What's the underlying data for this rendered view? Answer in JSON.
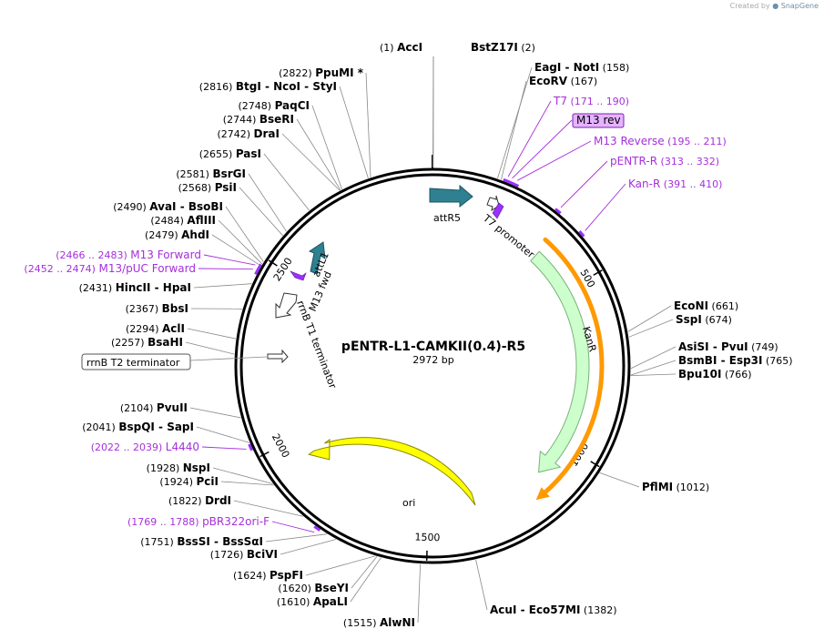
{
  "credit": {
    "prefix": "Created by",
    "brand": "SnapGene"
  },
  "plasmid": {
    "name": "pENTR-L1-CAMKII(0.4)-R5",
    "size_label": "2972 bp",
    "length": 2972
  },
  "ticks": [
    {
      "pos": 500,
      "label": "500"
    },
    {
      "pos": 1000,
      "label": "1000"
    },
    {
      "pos": 1500,
      "label": "1500"
    },
    {
      "pos": 2000,
      "label": "2000"
    },
    {
      "pos": 2500,
      "label": "2500"
    }
  ],
  "enzymes": [
    {
      "pos": "(1)",
      "names": [
        "AccI"
      ]
    },
    {
      "pos": "(2)",
      "names": [
        "BstZ17I"
      ]
    },
    {
      "pos": "(158)",
      "names": [
        "EagI",
        "NotI"
      ]
    },
    {
      "pos": "(167)",
      "names": [
        "EcoRV"
      ]
    },
    {
      "pos": "(661)",
      "names": [
        "EcoNI"
      ]
    },
    {
      "pos": "(674)",
      "names": [
        "SspI"
      ]
    },
    {
      "pos": "(749)",
      "names": [
        "AsiSI",
        "PvuI"
      ]
    },
    {
      "pos": "(765)",
      "names": [
        "BsmBI",
        "Esp3I"
      ]
    },
    {
      "pos": "(766)",
      "names": [
        "Bpu10I"
      ]
    },
    {
      "pos": "(1012)",
      "names": [
        "PflMI"
      ]
    },
    {
      "pos": "(1382)",
      "names": [
        "AcuI",
        "Eco57MI"
      ]
    },
    {
      "pos": "(1515)",
      "names": [
        "AlwNI"
      ]
    },
    {
      "pos": "(1610)",
      "names": [
        "ApaLI"
      ]
    },
    {
      "pos": "(1620)",
      "names": [
        "BseYI"
      ]
    },
    {
      "pos": "(1624)",
      "names": [
        "PspFI"
      ]
    },
    {
      "pos": "(1726)",
      "names": [
        "BciVI"
      ]
    },
    {
      "pos": "(1751)",
      "names": [
        "BssSI",
        "BssSαI"
      ]
    },
    {
      "pos": "(1822)",
      "names": [
        "DrdI"
      ]
    },
    {
      "pos": "(1924)",
      "names": [
        "PciI"
      ]
    },
    {
      "pos": "(1928)",
      "names": [
        "NspI"
      ]
    },
    {
      "pos": "(2041)",
      "names": [
        "BspQI",
        "SapI"
      ]
    },
    {
      "pos": "(2104)",
      "names": [
        "PvuII"
      ]
    },
    {
      "pos": "(2257)",
      "names": [
        "BsaHI"
      ]
    },
    {
      "pos": "(2294)",
      "names": [
        "AclI"
      ]
    },
    {
      "pos": "(2367)",
      "names": [
        "BbsI"
      ]
    },
    {
      "pos": "(2431)",
      "names": [
        "HincII",
        "HpaI"
      ]
    },
    {
      "pos": "(2479)",
      "names": [
        "AhdI"
      ]
    },
    {
      "pos": "(2484)",
      "names": [
        "AflIII"
      ]
    },
    {
      "pos": "(2490)",
      "names": [
        "AvaI",
        "BsoBI"
      ]
    },
    {
      "pos": "(2568)",
      "names": [
        "PsiI"
      ]
    },
    {
      "pos": "(2581)",
      "names": [
        "BsrGI"
      ]
    },
    {
      "pos": "(2655)",
      "names": [
        "PasI"
      ]
    },
    {
      "pos": "(2742)",
      "names": [
        "DraI"
      ]
    },
    {
      "pos": "(2744)",
      "names": [
        "BseRI"
      ]
    },
    {
      "pos": "(2748)",
      "names": [
        "PaqCI"
      ]
    },
    {
      "pos": "(2816)",
      "names": [
        "BtgI",
        "NcoI",
        "StyI"
      ]
    },
    {
      "pos": "(2822)",
      "names": [
        "PpuMI *"
      ]
    }
  ],
  "primers": [
    {
      "name": "T7",
      "range": "(171 .. 190)"
    },
    {
      "name": "M13 rev",
      "range": ""
    },
    {
      "name": "M13 Reverse",
      "range": "(195 .. 211)"
    },
    {
      "name": "pENTR-R",
      "range": "(313 .. 332)"
    },
    {
      "name": "Kan-R",
      "range": "(391 .. 410)"
    },
    {
      "name": "M13 Forward",
      "range": "(2466 .. 2483)"
    },
    {
      "name": "M13/pUC Forward",
      "range": "(2452 .. 2474)"
    },
    {
      "name": "L4440",
      "range": "(2022 .. 2039)"
    },
    {
      "name": "pBR322ori-F",
      "range": "(1769 .. 1788)"
    }
  ],
  "features": [
    {
      "name": "attR5",
      "color": "#2f8090"
    },
    {
      "name": "T7 promoter",
      "color": "#ffffff"
    },
    {
      "name": "KanR",
      "color": "#ccffcc"
    },
    {
      "name": "ori",
      "color": "#ffff00"
    },
    {
      "name": "rrnB T1 terminator",
      "color": "#ffffff"
    },
    {
      "name": "attL1",
      "color": "#2f8090"
    },
    {
      "name": "M13 fwd",
      "color": "#9b30ff"
    }
  ],
  "boxed_labels": [
    {
      "name": "rrnB T2 terminator"
    }
  ],
  "colors": {
    "backbone": "#000000",
    "primer": "#9b30ff",
    "primer_text": "#a62fdb",
    "primer_box": "#e6b3ff",
    "kan_orf": "#ff9900",
    "kan_fill": "#ccffcc",
    "ori_fill": "#ffff00",
    "att_fill": "#2f8090"
  }
}
